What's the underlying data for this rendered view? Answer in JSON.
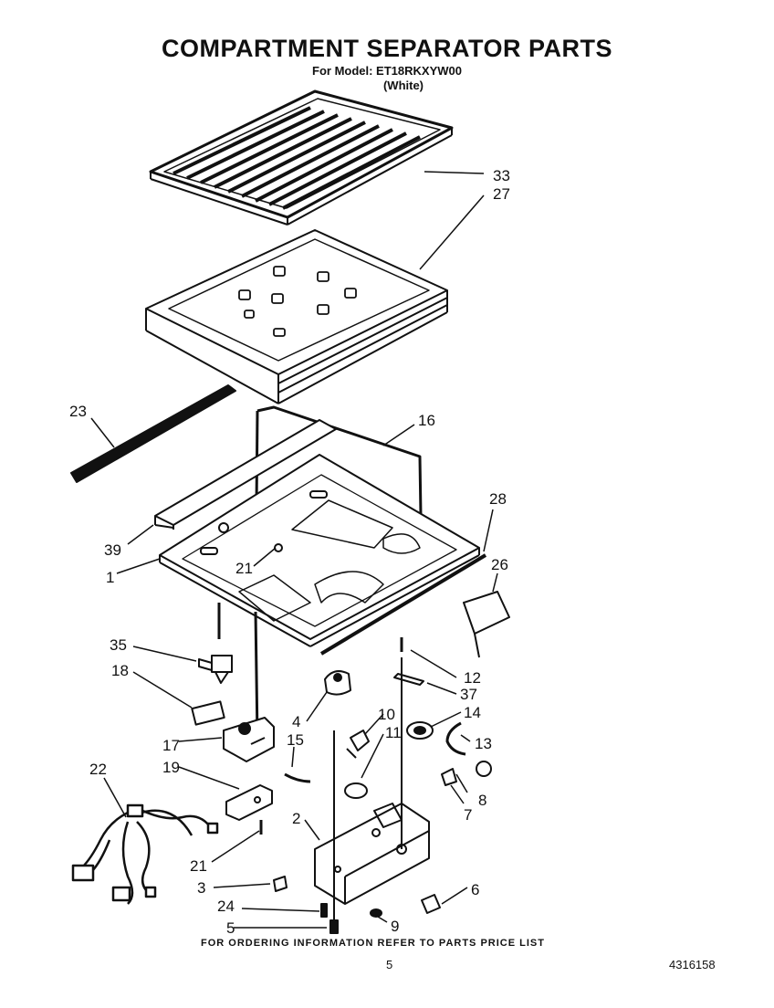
{
  "header": {
    "title": "COMPARTMENT SEPARATOR PARTS",
    "model": "For Model: ET18RKXYW00",
    "color": "(White)"
  },
  "callouts": [
    "33",
    "27",
    "23",
    "16",
    "28",
    "39",
    "1",
    "21",
    "26",
    "35",
    "18",
    "12",
    "37",
    "4",
    "14",
    "10",
    "11",
    "13",
    "17",
    "15",
    "19",
    "8",
    "22",
    "7",
    "2",
    "6",
    "21",
    "3",
    "24",
    "9",
    "5"
  ],
  "footer": {
    "note": "FOR ORDERING INFORMATION REFER TO PARTS PRICE LIST",
    "page": "5",
    "doc": "4316158"
  }
}
